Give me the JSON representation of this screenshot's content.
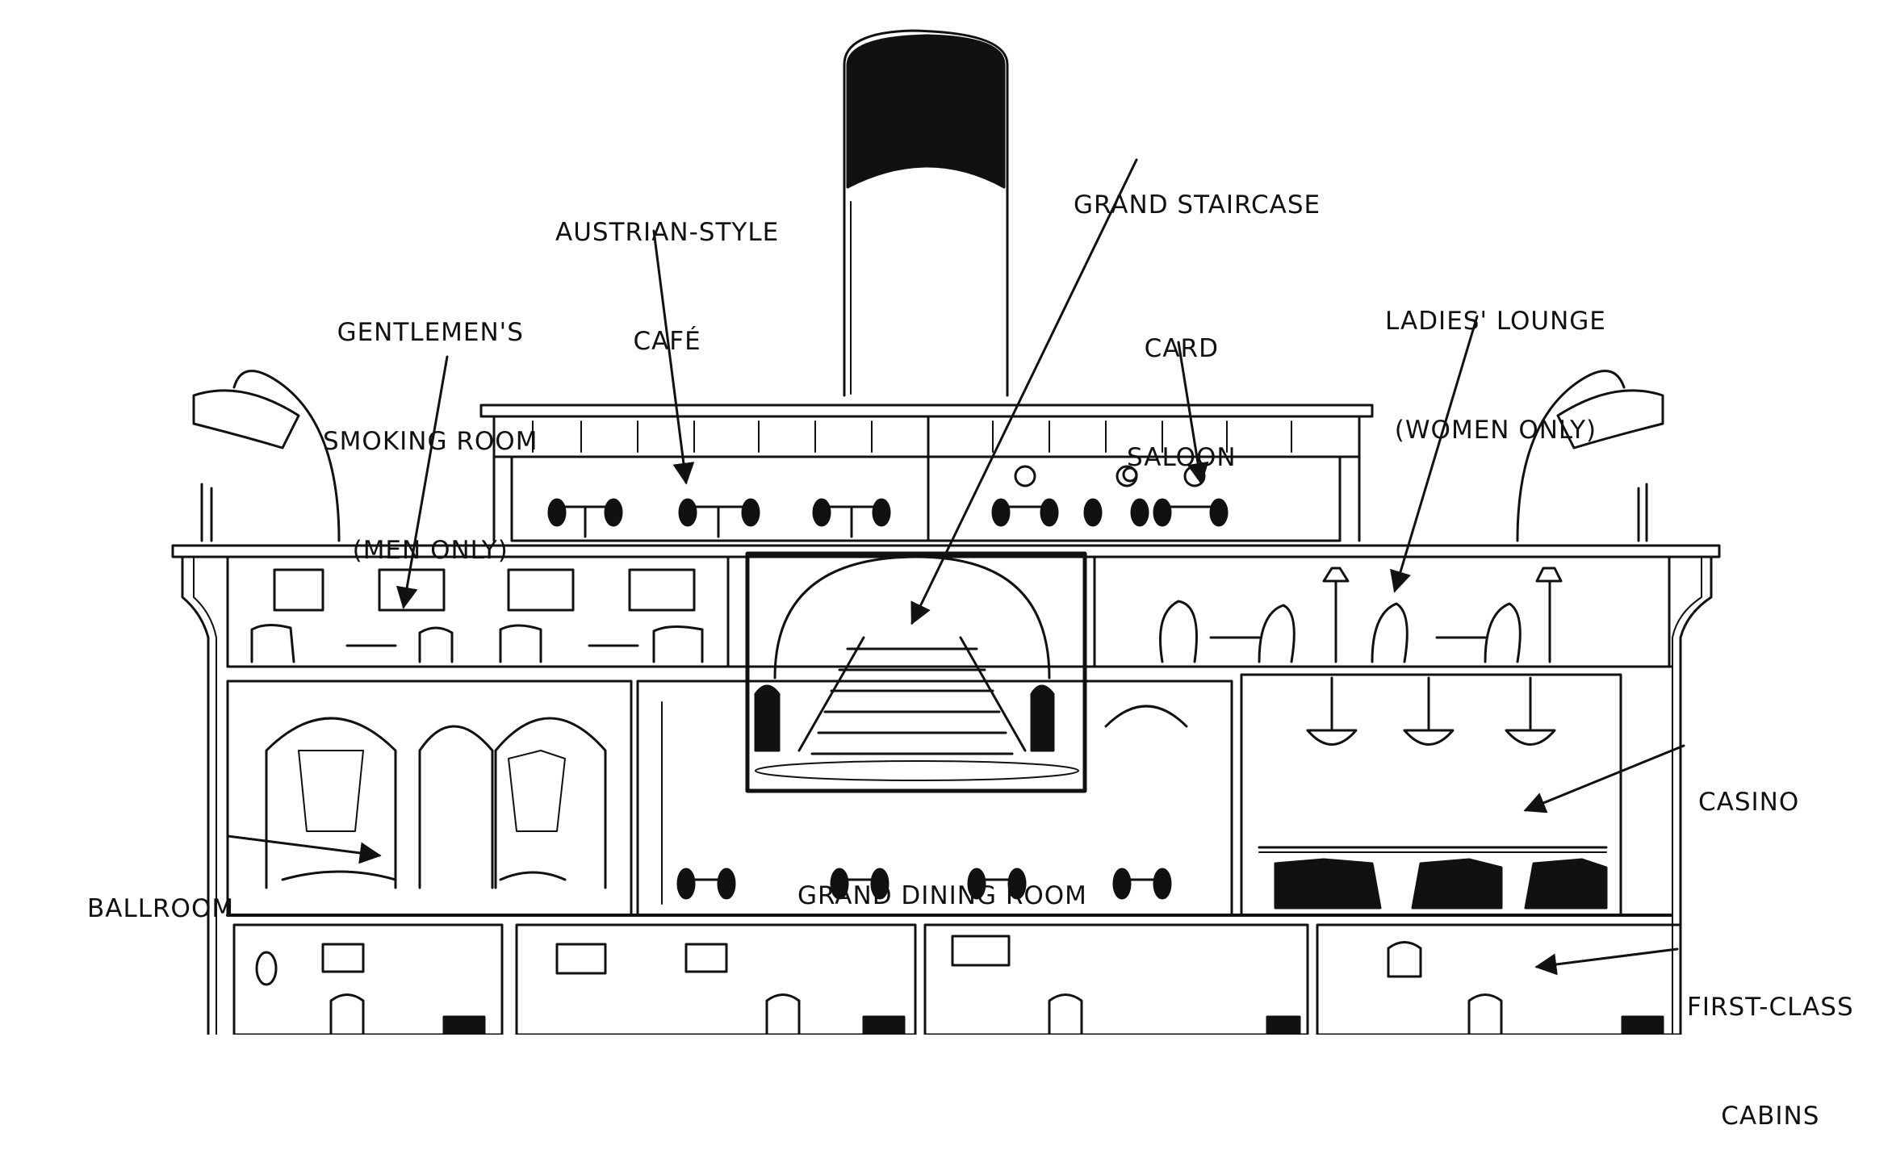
{
  "colors": {
    "ink": "#111111",
    "paper": "#ffffff"
  },
  "labels": {
    "grand_staircase": "GRAND STAIRCASE",
    "austrian_cafe_1": "AUSTRIAN-STYLE",
    "austrian_cafe_2": "CAFÉ",
    "gentlemen_1": "GENTLEMEN'S",
    "gentlemen_2": "SMOKING ROOM",
    "gentlemen_3": "(MEN ONLY)",
    "card_saloon_1": "CARD",
    "card_saloon_2": "SALOON",
    "ladies_1": "LADIES' LOUNGE",
    "ladies_2": "(WOMEN ONLY)",
    "casino": "CASINO",
    "ballroom": "BALLROOM",
    "grand_dining": "GRAND DINING ROOM",
    "first_class_1": "FIRST-CLASS",
    "first_class_2": "CABINS"
  }
}
